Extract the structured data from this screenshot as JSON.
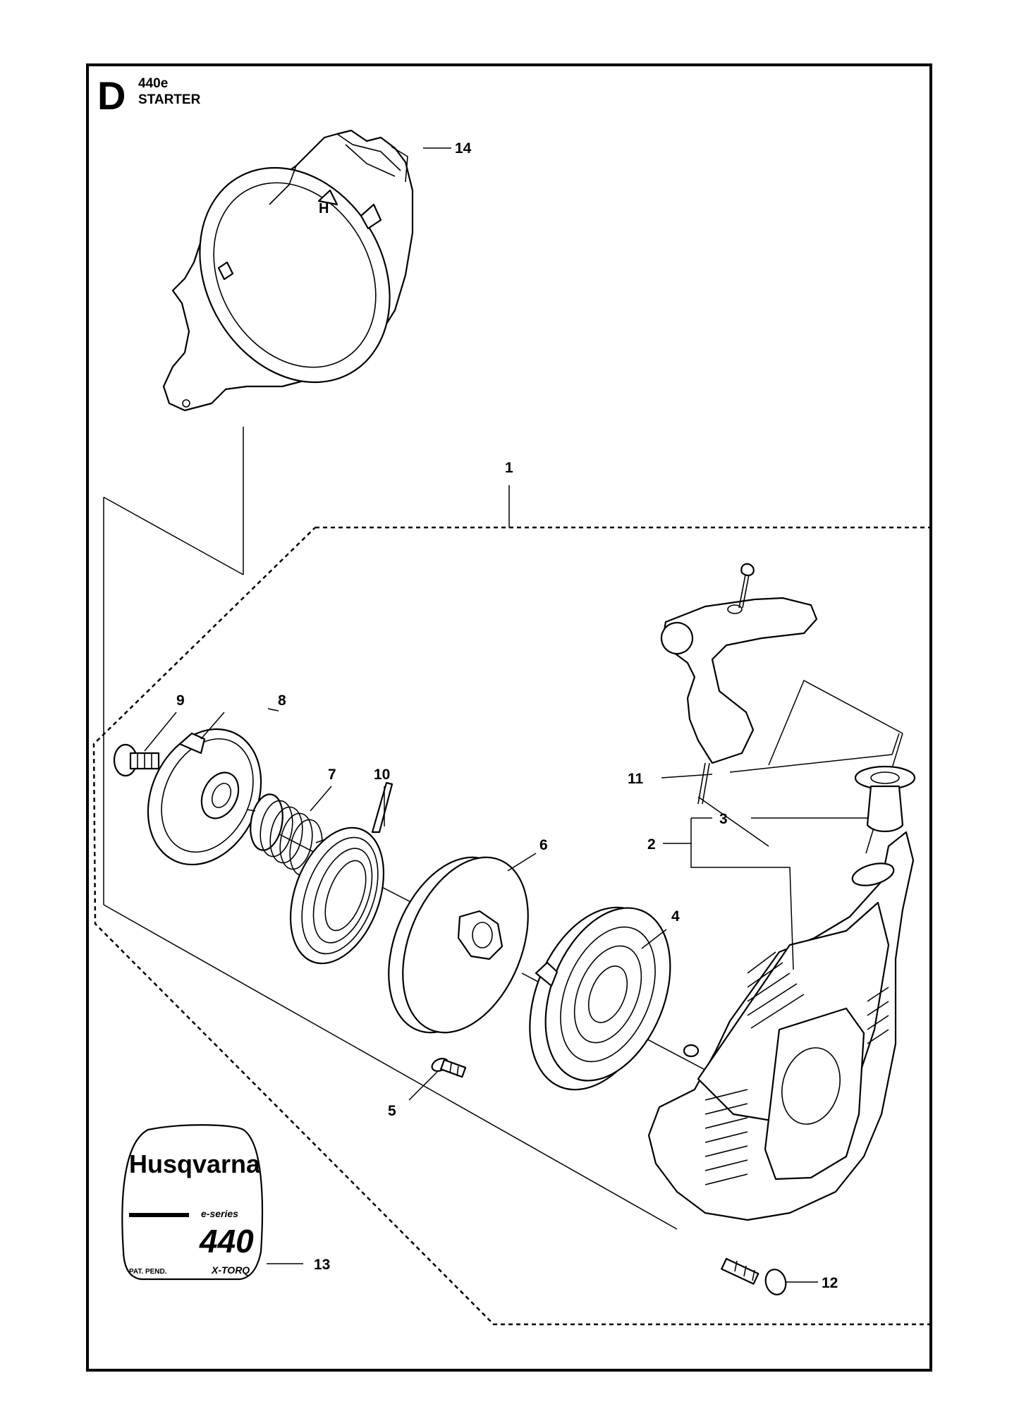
{
  "header": {
    "section_letter": "D",
    "model": "440e",
    "title": "STARTER"
  },
  "callouts": [
    {
      "id": "1",
      "label": "1"
    },
    {
      "id": "2",
      "label": "2"
    },
    {
      "id": "3",
      "label": "3"
    },
    {
      "id": "4",
      "label": "4"
    },
    {
      "id": "5",
      "label": "5"
    },
    {
      "id": "6",
      "label": "6"
    },
    {
      "id": "7",
      "label": "7"
    },
    {
      "id": "8",
      "label": "8"
    },
    {
      "id": "9",
      "label": "9"
    },
    {
      "id": "10",
      "label": "10"
    },
    {
      "id": "11",
      "label": "11"
    },
    {
      "id": "12",
      "label": "12"
    },
    {
      "id": "13",
      "label": "13"
    },
    {
      "id": "14",
      "label": "14"
    }
  ],
  "decal": {
    "brand": "Husqvarna",
    "series": "e-series",
    "model": "440",
    "pat": "PAT. PEND.",
    "tech": "X-TORQ"
  },
  "colors": {
    "line": "#000000",
    "background": "#ffffff"
  }
}
